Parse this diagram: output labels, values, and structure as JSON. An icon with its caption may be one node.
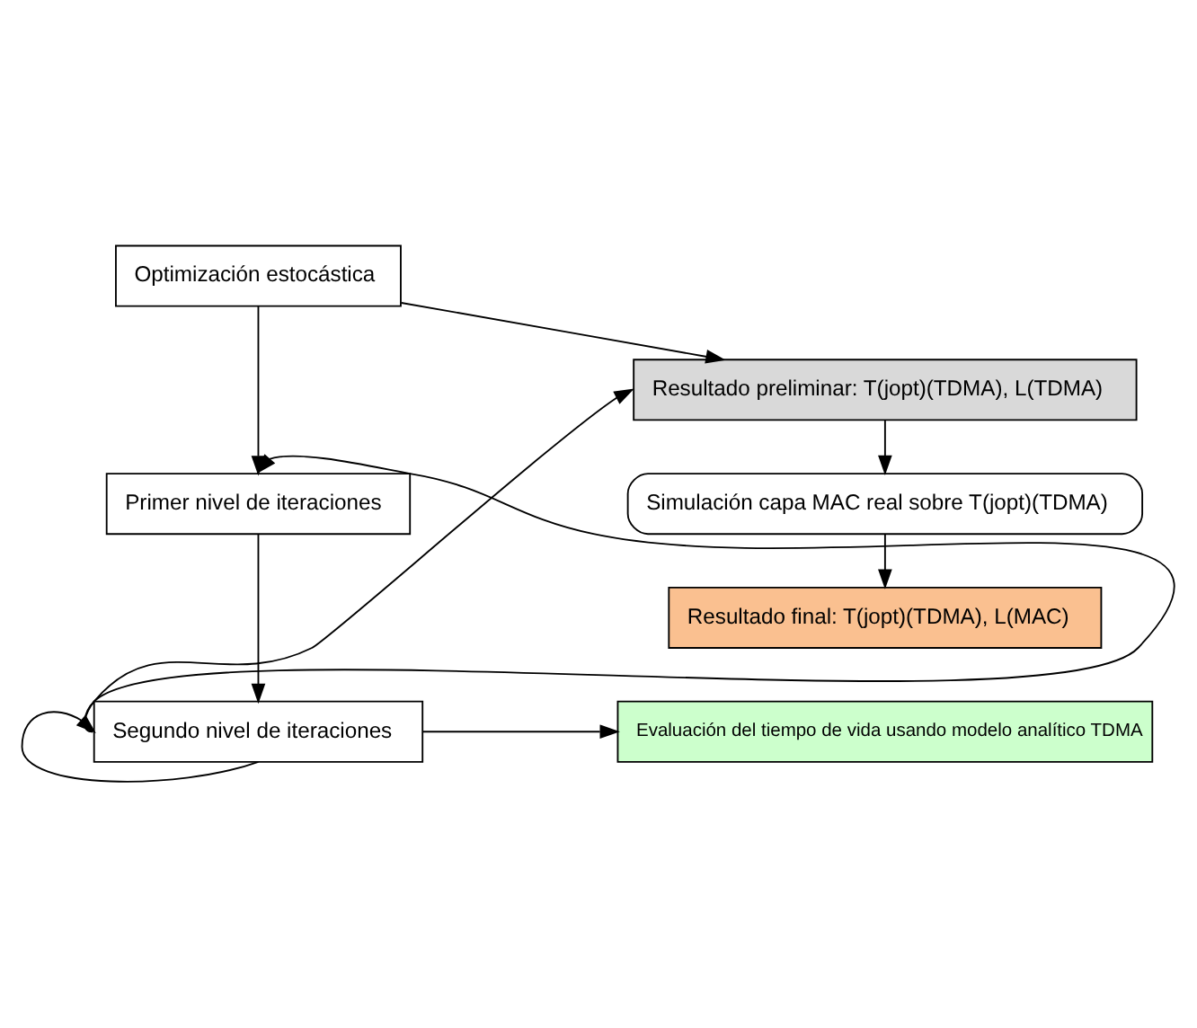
{
  "diagram": {
    "nodes": [
      {
        "text": [
          "Optimización estocástica"
        ]
      },
      {
        "text": [
          "Resultado preliminar: T(jopt)(TDMA), L(TDMA)"
        ]
      },
      {
        "text": [
          "Primer nivel de iteraciones"
        ]
      },
      {
        "text": [
          "Simulación capa MAC real sobre T(jopt)(TDMA)"
        ]
      },
      {
        "text": [
          "Resultado final: T(jopt)(TDMA), L(MAC)"
        ]
      },
      {
        "text": [
          "Segundo nivel de iteraciones"
        ]
      },
      {
        "text": [
          "Evaluación del tiempo de vida usando modelo analítico TDMA"
        ]
      }
    ],
    "edges": [
      {
        "from": 0,
        "to": 2,
        "arrow": "to"
      },
      {
        "from": 0,
        "to": 1,
        "arrow": "to"
      },
      {
        "from": 1,
        "to": 3,
        "arrow": "to"
      },
      {
        "from": 3,
        "to": 4,
        "arrow": "to"
      },
      {
        "from": 2,
        "to": 5,
        "arrow": "to"
      },
      {
        "from": 5,
        "to": 5,
        "arrow": "to"
      },
      {
        "from": 5,
        "to": 6,
        "arrow": "to"
      },
      {
        "from": 5,
        "to": 2,
        "arrow": "to"
      },
      {
        "from": 5,
        "to": 1,
        "arrow": "to"
      }
    ]
  }
}
